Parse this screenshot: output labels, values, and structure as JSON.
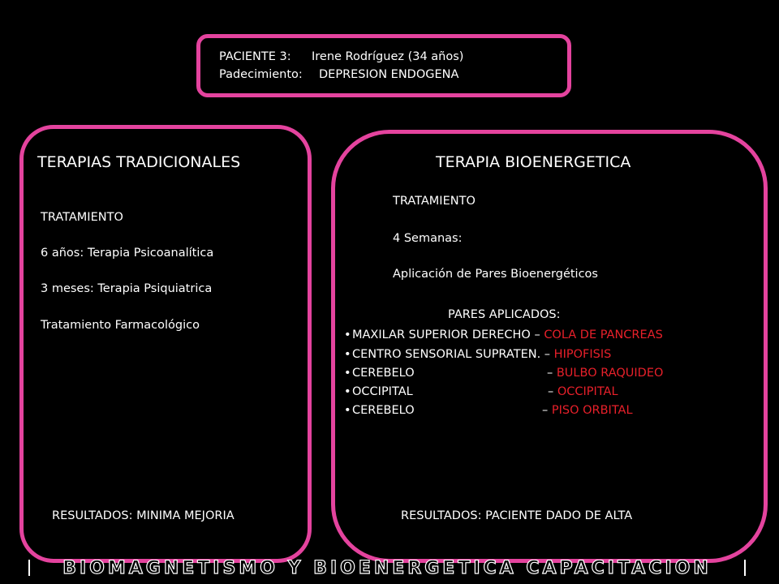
{
  "patient": {
    "label": "PACIENTE 3:",
    "name": "Irene Rodríguez  (34 años)",
    "condition_label": "Padecimiento:",
    "condition": "DEPRESION ENDOGENA"
  },
  "left": {
    "title": "TERAPIAS TRADICIONALES",
    "treatment_label": "TRATAMIENTO",
    "lines": [
      "6 años: Terapia Psicoanalítica",
      "3 meses: Terapia Psiquiatrica",
      "Tratamiento Farmacológico"
    ],
    "results": "RESULTADOS: MINIMA MEJORIA"
  },
  "right": {
    "title": "TERAPIA BIOENERGETICA",
    "treatment_label": "TRATAMIENTO",
    "duration": "4 Semanas:",
    "application": "Aplicación de Pares Bioenergéticos",
    "pairs_title": "PARES APLICADOS:",
    "pairs": [
      {
        "left": "MAXILAR SUPERIOR DERECHO",
        "sep": " – ",
        "right": "COLA DE PANCREAS"
      },
      {
        "left": "CENTRO SENSORIAL SUPRATEN.",
        "sep": " – ",
        "right": "HIPOFISIS"
      },
      {
        "left": "CEREBELO",
        "sep": "– ",
        "right": "BULBO RAQUIDEO"
      },
      {
        "left": "OCCIPITAL",
        "sep": "– ",
        "right": "OCCIPITAL"
      },
      {
        "left": "CEREBELO",
        "sep": "– ",
        "right": "PISO ORBITAL"
      }
    ],
    "results": "RESULTADOS: PACIENTE DADO DE ALTA"
  },
  "footer": {
    "text": "BIOMAGNETISMO Y BIOENERGETICA CAPACITACION"
  },
  "colors": {
    "accent": "#e4439e",
    "highlight": "#e8202a",
    "background": "#000000",
    "text": "#ffffff"
  }
}
